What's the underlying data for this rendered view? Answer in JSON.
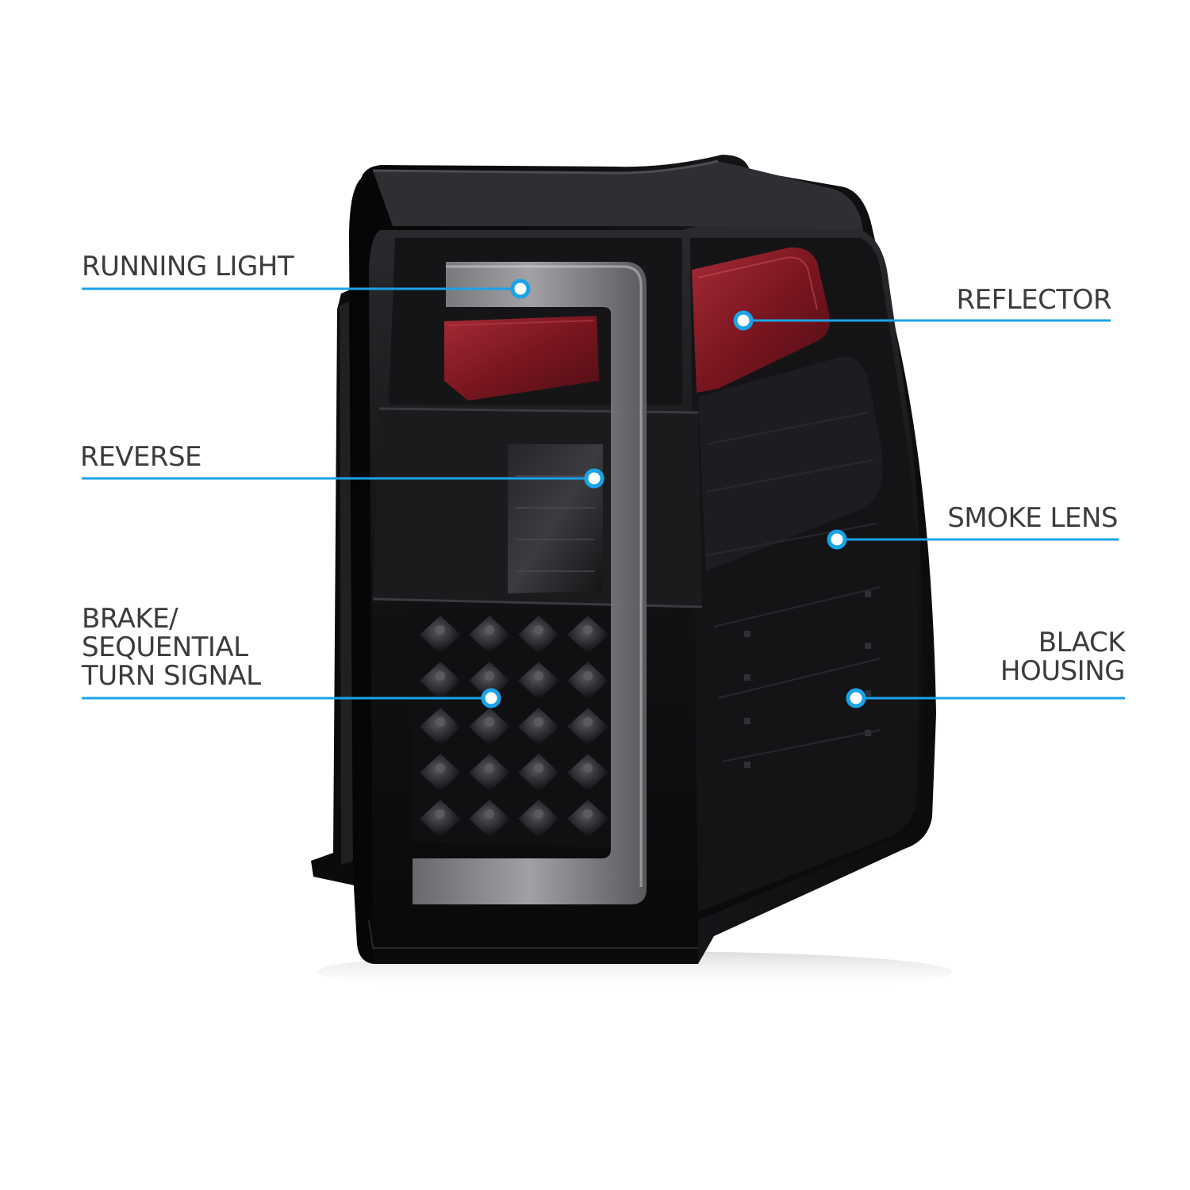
{
  "colors": {
    "accent": "#1aa3e8",
    "label_text": "#3c3c3c",
    "background": "#ffffff",
    "housing": "#101012",
    "reflector_red": "#8c1c26"
  },
  "callouts": {
    "running_light": {
      "lines": [
        "RUNNING LIGHT"
      ]
    },
    "reverse": {
      "lines": [
        "REVERSE"
      ]
    },
    "brake": {
      "lines": [
        "BRAKE/",
        "SEQUENTIAL",
        "TURN SIGNAL"
      ]
    },
    "reflector": {
      "lines": [
        "REFLECTOR"
      ]
    },
    "smoke_lens": {
      "lines": [
        "SMOKE LENS"
      ]
    },
    "black_housing": {
      "lines": [
        "BLACK",
        "HOUSING"
      ]
    }
  }
}
